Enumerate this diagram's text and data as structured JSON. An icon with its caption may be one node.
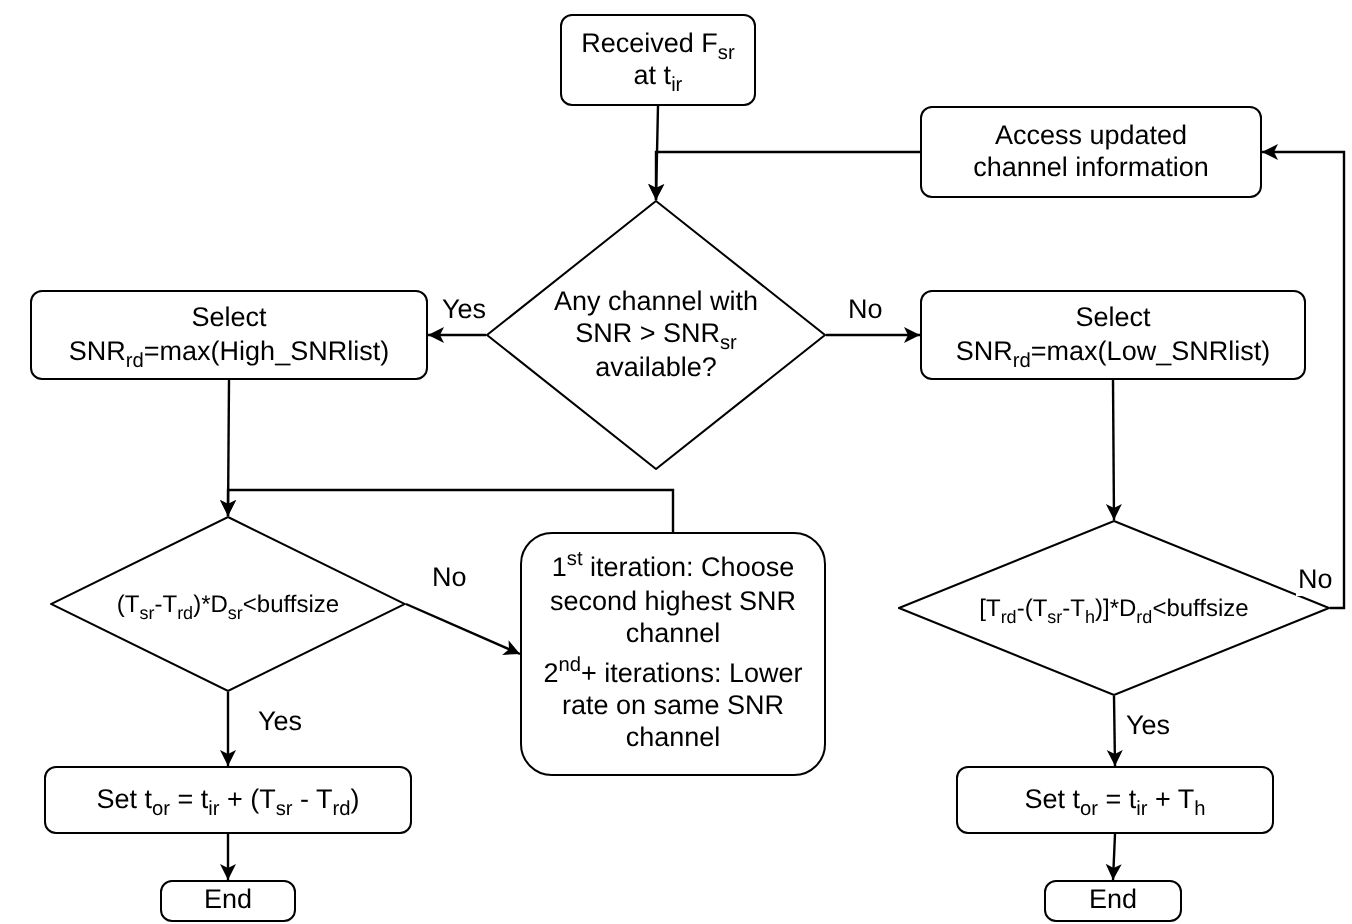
{
  "diagram": {
    "nodes": [
      {
        "text": [
          "Received F$_{sr}$ at t$_{ir}$"
        ]
      },
      {
        "text": [
          "Access updated channel information"
        ]
      },
      {
        "text": [
          "Any channel with SNR > SNR$_{sr}$ available?"
        ]
      },
      {
        "text": [
          "Select SNR$_{rd}$=max(High_SNRlist)"
        ]
      },
      {
        "text": [
          "Select SNR$_{rd}$=max(Low_SNRlist)"
        ]
      },
      {
        "text": [
          "(T$_{sr}$-T$_{rd}$)*D$_{sr}$<buffsize"
        ]
      },
      {
        "text": [
          "1$^{st}$ iteration: Choose second highest SNR channel",
          "2$^{nd}$+ iterations: Lower rate on same SNR channel"
        ]
      },
      {
        "text": [
          "[T$_{rd}$-(T$_{sr}$-T$_{h}$)]*D$_{rd}$<buffsize"
        ]
      },
      {
        "text": [
          "Set t$_{or}$ = t$_{ir}$ + (T$_{sr}$ - T$_{rd}$)"
        ]
      },
      {
        "text": [
          "Set t$_{or}$ = t$_{ir}$ + T$_{h}$"
        ]
      },
      {
        "text": [
          "End"
        ]
      },
      {
        "text": [
          "End"
        ]
      }
    ],
    "edges": [
      {
        "from": 0,
        "to": 2,
        "arrow": "to"
      },
      {
        "from": 1,
        "to": 2,
        "arrow": "to"
      },
      {
        "from": 2,
        "to": 3,
        "arrow": "to",
        "label": "Yes"
      },
      {
        "from": 2,
        "to": 4,
        "arrow": "to",
        "label": "No"
      },
      {
        "from": 3,
        "to": 5,
        "arrow": "to"
      },
      {
        "from": 6,
        "to": 5,
        "arrow": "to"
      },
      {
        "from": 5,
        "to": 6,
        "arrow": "to",
        "label": "No"
      },
      {
        "from": 5,
        "to": 8,
        "arrow": "to",
        "label": "Yes"
      },
      {
        "from": 8,
        "to": 10,
        "arrow": "to"
      },
      {
        "from": 4,
        "to": 7,
        "arrow": "to"
      },
      {
        "from": 7,
        "to": 1,
        "arrow": "to",
        "label": "No"
      },
      {
        "from": 7,
        "to": 9,
        "arrow": "to",
        "label": "Yes"
      },
      {
        "from": 9,
        "to": 11,
        "arrow": "to"
      }
    ]
  }
}
